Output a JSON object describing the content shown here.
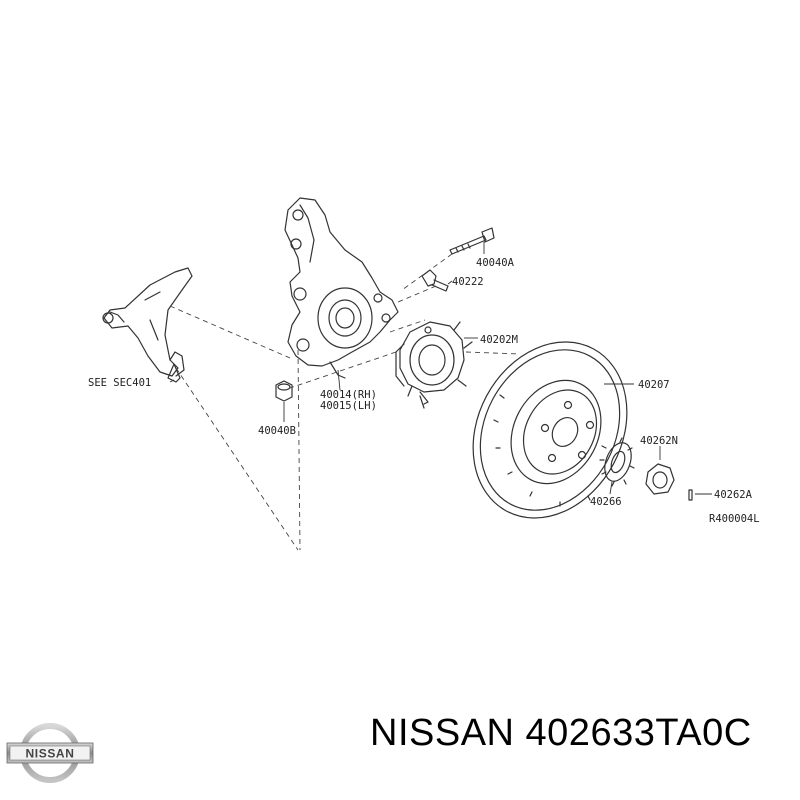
{
  "diagram": {
    "labels": {
      "see_sec": "SEE SEC401",
      "bolt_top": "40040A",
      "bolt_small": "40222",
      "hub_bearing": "40202M",
      "rotor": "40207",
      "knuckle_rh": "40014(RH)",
      "knuckle_lh": "40015(LH)",
      "nut_lower": "40040B",
      "washer": "40262N",
      "pin": "40262A",
      "sensor_ring": "40266",
      "drawing_ref": "R400004L"
    }
  },
  "footer": {
    "brand_part": "NISSAN 402633TA0C",
    "logo_text": "NISSAN"
  }
}
